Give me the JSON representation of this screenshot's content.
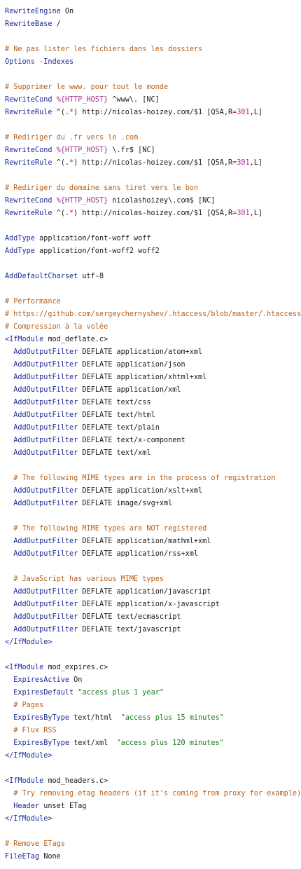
{
  "file": {
    "lines": [
      [
        {
          "t": "RewriteEngine",
          "c": "kw"
        },
        {
          "t": " On",
          "c": "tx"
        }
      ],
      [
        {
          "t": "RewriteBase",
          "c": "kw"
        },
        {
          "t": " /",
          "c": "tx"
        }
      ],
      [],
      [
        {
          "t": "# Ne pas lister les fichiers dans les dossiers",
          "c": "cm"
        }
      ],
      [
        {
          "t": "Options",
          "c": "kw"
        },
        {
          "t": " ",
          "c": "tx"
        },
        {
          "t": "-",
          "c": "op"
        },
        {
          "t": "Indexes",
          "c": "kw"
        }
      ],
      [],
      [
        {
          "t": "# Supprimer le www. pour tout le monde",
          "c": "cm"
        }
      ],
      [
        {
          "t": "RewriteCond",
          "c": "kw"
        },
        {
          "t": " ",
          "c": "tx"
        },
        {
          "t": "%{HTTP_HOST}",
          "c": "va"
        },
        {
          "t": " ^www\\. [NC]",
          "c": "tx"
        }
      ],
      [
        {
          "t": "RewriteRule",
          "c": "kw"
        },
        {
          "t": " ^(.",
          "c": "tx"
        },
        {
          "t": "*",
          "c": "op"
        },
        {
          "t": ") http://nicolas-hoizey.com/$1 [QSA,R",
          "c": "tx"
        },
        {
          "t": "=",
          "c": "op"
        },
        {
          "t": "301",
          "c": "va"
        },
        {
          "t": ",L]",
          "c": "tx"
        }
      ],
      [],
      [
        {
          "t": "# Rediriger du .fr vers le .com",
          "c": "cm"
        }
      ],
      [
        {
          "t": "RewriteCond",
          "c": "kw"
        },
        {
          "t": " ",
          "c": "tx"
        },
        {
          "t": "%{HTTP_HOST}",
          "c": "va"
        },
        {
          "t": " \\.fr$ [NC]",
          "c": "tx"
        }
      ],
      [
        {
          "t": "RewriteRule",
          "c": "kw"
        },
        {
          "t": " ^(.",
          "c": "tx"
        },
        {
          "t": "*",
          "c": "op"
        },
        {
          "t": ") http://nicolas-hoizey.com/$1 [QSA,R",
          "c": "tx"
        },
        {
          "t": "=",
          "c": "op"
        },
        {
          "t": "301",
          "c": "va"
        },
        {
          "t": ",L]",
          "c": "tx"
        }
      ],
      [],
      [
        {
          "t": "# Rediriger du domaine sans tiret vers le bon",
          "c": "cm"
        }
      ],
      [
        {
          "t": "RewriteCond",
          "c": "kw"
        },
        {
          "t": " ",
          "c": "tx"
        },
        {
          "t": "%{HTTP_HOST}",
          "c": "va"
        },
        {
          "t": " nicolashoizey\\.com$ [NC]",
          "c": "tx"
        }
      ],
      [
        {
          "t": "RewriteRule",
          "c": "kw"
        },
        {
          "t": " ^(.",
          "c": "tx"
        },
        {
          "t": "*",
          "c": "op"
        },
        {
          "t": ") http://nicolas-hoizey.com/$1 [QSA,R",
          "c": "tx"
        },
        {
          "t": "=",
          "c": "op"
        },
        {
          "t": "301",
          "c": "va"
        },
        {
          "t": ",L]",
          "c": "tx"
        }
      ],
      [],
      [
        {
          "t": "AddType",
          "c": "kw"
        },
        {
          "t": " application/font-woff woff",
          "c": "tx"
        }
      ],
      [
        {
          "t": "AddType",
          "c": "kw"
        },
        {
          "t": " application/font-woff2 woff2",
          "c": "tx"
        }
      ],
      [],
      [
        {
          "t": "AddDefaultCharset",
          "c": "kw"
        },
        {
          "t": " utf-8",
          "c": "tx"
        }
      ],
      [],
      [
        {
          "t": "# Performance",
          "c": "cm"
        }
      ],
      [
        {
          "t": "# https://github.com/sergeychernyshev/.htaccess/blob/master/.htaccess",
          "c": "cm"
        }
      ],
      [
        {
          "t": "# Compression à la volée",
          "c": "cm"
        }
      ],
      [
        {
          "t": "<IfModule",
          "c": "kw"
        },
        {
          "t": " mod_deflate.c>",
          "c": "tx"
        }
      ],
      [
        {
          "t": "  ",
          "c": "tx"
        },
        {
          "t": "AddOutputFilter",
          "c": "kw"
        },
        {
          "t": " DEFLATE application/atom+xml",
          "c": "tx"
        }
      ],
      [
        {
          "t": "  ",
          "c": "tx"
        },
        {
          "t": "AddOutputFilter",
          "c": "kw"
        },
        {
          "t": " DEFLATE application/json",
          "c": "tx"
        }
      ],
      [
        {
          "t": "  ",
          "c": "tx"
        },
        {
          "t": "AddOutputFilter",
          "c": "kw"
        },
        {
          "t": " DEFLATE application/xhtml+xml",
          "c": "tx"
        }
      ],
      [
        {
          "t": "  ",
          "c": "tx"
        },
        {
          "t": "AddOutputFilter",
          "c": "kw"
        },
        {
          "t": " DEFLATE application/xml",
          "c": "tx"
        }
      ],
      [
        {
          "t": "  ",
          "c": "tx"
        },
        {
          "t": "AddOutputFilter",
          "c": "kw"
        },
        {
          "t": " DEFLATE text/css",
          "c": "tx"
        }
      ],
      [
        {
          "t": "  ",
          "c": "tx"
        },
        {
          "t": "AddOutputFilter",
          "c": "kw"
        },
        {
          "t": " DEFLATE text/html",
          "c": "tx"
        }
      ],
      [
        {
          "t": "  ",
          "c": "tx"
        },
        {
          "t": "AddOutputFilter",
          "c": "kw"
        },
        {
          "t": " DEFLATE text/plain",
          "c": "tx"
        }
      ],
      [
        {
          "t": "  ",
          "c": "tx"
        },
        {
          "t": "AddOutputFilter",
          "c": "kw"
        },
        {
          "t": " DEFLATE text/x-component",
          "c": "tx"
        }
      ],
      [
        {
          "t": "  ",
          "c": "tx"
        },
        {
          "t": "AddOutputFilter",
          "c": "kw"
        },
        {
          "t": " DEFLATE text/xml",
          "c": "tx"
        }
      ],
      [],
      [
        {
          "t": "  # The following MIME types are in the process of registration",
          "c": "cm"
        }
      ],
      [
        {
          "t": "  ",
          "c": "tx"
        },
        {
          "t": "AddOutputFilter",
          "c": "kw"
        },
        {
          "t": " DEFLATE application/xslt+xml",
          "c": "tx"
        }
      ],
      [
        {
          "t": "  ",
          "c": "tx"
        },
        {
          "t": "AddOutputFilter",
          "c": "kw"
        },
        {
          "t": " DEFLATE image/svg+xml",
          "c": "tx"
        }
      ],
      [],
      [
        {
          "t": "  # The following MIME types are NOT registered",
          "c": "cm"
        }
      ],
      [
        {
          "t": "  ",
          "c": "tx"
        },
        {
          "t": "AddOutputFilter",
          "c": "kw"
        },
        {
          "t": " DEFLATE application/mathml+xml",
          "c": "tx"
        }
      ],
      [
        {
          "t": "  ",
          "c": "tx"
        },
        {
          "t": "AddOutputFilter",
          "c": "kw"
        },
        {
          "t": " DEFLATE application/rss+xml",
          "c": "tx"
        }
      ],
      [],
      [
        {
          "t": "  # JavaScript has various MIME types",
          "c": "cm"
        }
      ],
      [
        {
          "t": "  ",
          "c": "tx"
        },
        {
          "t": "AddOutputFilter",
          "c": "kw"
        },
        {
          "t": " DEFLATE application/javascript",
          "c": "tx"
        }
      ],
      [
        {
          "t": "  ",
          "c": "tx"
        },
        {
          "t": "AddOutputFilter",
          "c": "kw"
        },
        {
          "t": " DEFLATE application/x-javascript",
          "c": "tx"
        }
      ],
      [
        {
          "t": "  ",
          "c": "tx"
        },
        {
          "t": "AddOutputFilter",
          "c": "kw"
        },
        {
          "t": " DEFLATE text/ecmascript",
          "c": "tx"
        }
      ],
      [
        {
          "t": "  ",
          "c": "tx"
        },
        {
          "t": "AddOutputFilter",
          "c": "kw"
        },
        {
          "t": " DEFLATE text/javascript",
          "c": "tx"
        }
      ],
      [
        {
          "t": "</IfModule>",
          "c": "kw"
        }
      ],
      [],
      [
        {
          "t": "<IfModule",
          "c": "kw"
        },
        {
          "t": " mod_expires.c>",
          "c": "tx"
        }
      ],
      [
        {
          "t": "  ",
          "c": "tx"
        },
        {
          "t": "ExpiresActive",
          "c": "kw"
        },
        {
          "t": " On",
          "c": "tx"
        }
      ],
      [
        {
          "t": "  ",
          "c": "tx"
        },
        {
          "t": "ExpiresDefault",
          "c": "kw"
        },
        {
          "t": " ",
          "c": "tx"
        },
        {
          "t": "\"access plus 1 year\"",
          "c": "st"
        }
      ],
      [
        {
          "t": "  # Pages",
          "c": "cm"
        }
      ],
      [
        {
          "t": "  ",
          "c": "tx"
        },
        {
          "t": "ExpiresByType",
          "c": "kw"
        },
        {
          "t": " text/html  ",
          "c": "tx"
        },
        {
          "t": "\"access plus 15 minutes\"",
          "c": "st"
        }
      ],
      [
        {
          "t": "  # Flux RSS",
          "c": "cm"
        }
      ],
      [
        {
          "t": "  ",
          "c": "tx"
        },
        {
          "t": "ExpiresByType",
          "c": "kw"
        },
        {
          "t": " text/xml  ",
          "c": "tx"
        },
        {
          "t": "\"access plus 120 minutes\"",
          "c": "st"
        }
      ],
      [
        {
          "t": "</IfModule>",
          "c": "kw"
        }
      ],
      [],
      [
        {
          "t": "<IfModule",
          "c": "kw"
        },
        {
          "t": " mod_headers.c>",
          "c": "tx"
        }
      ],
      [
        {
          "t": "  # Try removing etag headers (if it's coming from proxy for example)",
          "c": "cm"
        }
      ],
      [
        {
          "t": "  ",
          "c": "tx"
        },
        {
          "t": "Header",
          "c": "kw"
        },
        {
          "t": " unset ETag",
          "c": "tx"
        }
      ],
      [
        {
          "t": "</IfModule>",
          "c": "kw"
        }
      ],
      [],
      [
        {
          "t": "# Remove ETags",
          "c": "cm"
        }
      ],
      [
        {
          "t": "FileETag",
          "c": "kw"
        },
        {
          "t": " None",
          "c": "tx"
        }
      ]
    ]
  }
}
